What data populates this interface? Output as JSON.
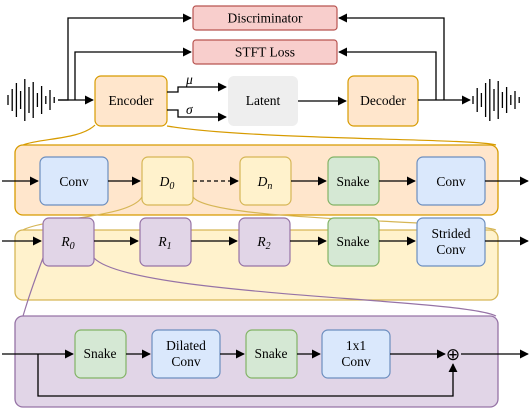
{
  "top_blocks": {
    "discriminator": "Discriminator",
    "stft_loss": "STFT Loss"
  },
  "main_pipeline": {
    "encoder": "Encoder",
    "mu": "μ",
    "sigma": "σ",
    "latent": "Latent",
    "decoder": "Decoder"
  },
  "encoder_detail": {
    "conv_in": "Conv",
    "d0_base": "D",
    "d0_sub": "0",
    "dn_base": "D",
    "dn_sub": "n",
    "snake": "Snake",
    "conv_out": "Conv"
  },
  "downsample_block": {
    "r0_base": "R",
    "r0_sub": "0",
    "r1_base": "R",
    "r1_sub": "1",
    "r2_base": "R",
    "r2_sub": "2",
    "snake": "Snake",
    "strided_line1": "Strided",
    "strided_line2": "Conv"
  },
  "residual_unit": {
    "snake_a": "Snake",
    "dilated_line1": "Dilated",
    "dilated_line2": "Conv",
    "snake_b": "Snake",
    "conv1x1_line1": "1x1",
    "conv1x1_line2": "Conv",
    "adder_symbol": "⊕"
  },
  "colors": {
    "pink_fill": "#f8cecc",
    "pink_stroke": "#b85450",
    "orange_fill": "#ffe6cc",
    "orange_stroke": "#d79b00",
    "yellow_fill": "#fff2cc",
    "yellow_stroke": "#d6b656",
    "purple_fill": "#e1d5e7",
    "purple_stroke": "#9673a6",
    "blue_fill": "#dae8fc",
    "blue_stroke": "#6c8ebf",
    "green_fill": "#d5e8d4",
    "green_stroke": "#82b366",
    "latent_fill": "#eeeeee"
  }
}
